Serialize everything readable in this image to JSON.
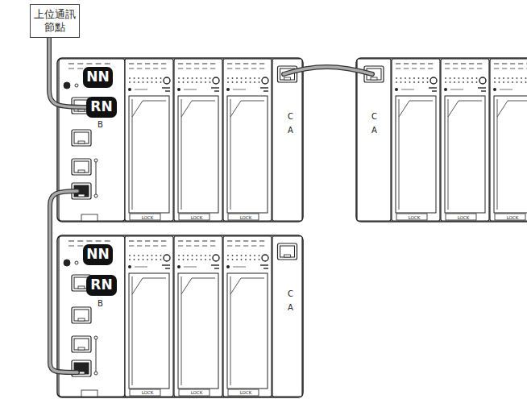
{
  "diagram": {
    "nodes": [
      {
        "text": [
          "上位通訊 節點"
        ]
      },
      {
        "text": [
          "NN"
        ]
      },
      {
        "text": [
          "RN"
        ]
      },
      {
        "text": [
          "NN"
        ]
      },
      {
        "text": [
          "RN"
        ]
      }
    ],
    "edges": [
      {
        "from": 0,
        "to": 2,
        "arrow": "none"
      }
    ],
    "labels": [
      "B",
      "C",
      "A",
      "LOCK",
      "LOCK",
      "LOCK",
      "C",
      "A",
      "LOCK",
      "LOCK",
      "LOCK",
      "B",
      "C",
      "A",
      "LOCK",
      "LOCK",
      "LOCK"
    ]
  }
}
